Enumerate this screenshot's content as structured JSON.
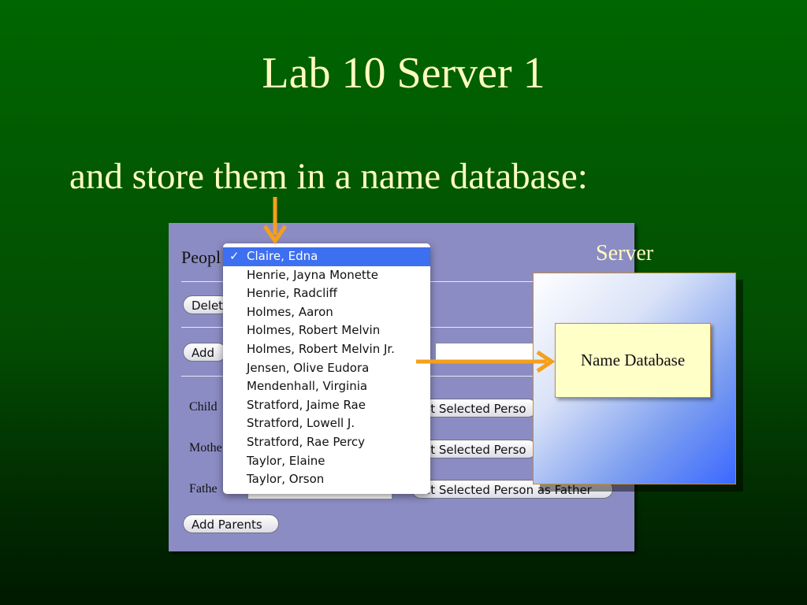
{
  "slide": {
    "title": "Lab 10 Server 1",
    "subtitle": "and store them in a name database:"
  },
  "app": {
    "people_label": "Peopl",
    "delete_button": "Delet",
    "add_button": "Add",
    "child_label": "Child",
    "mother_label": "Mothe",
    "father_label": "Fathe",
    "set_child_button": "et Selected Perso",
    "set_mother_button": "et Selected Perso",
    "set_father_button": "et Selected Person as Father",
    "add_parents_button": "Add Parents"
  },
  "dropdown": {
    "selected_index": 0,
    "checkmark": "✓",
    "items": [
      "Claire, Edna",
      "Henrie, Jayna Monette",
      "Henrie, Radcliff",
      "Holmes, Aaron",
      "Holmes, Robert Melvin",
      "Holmes, Robert Melvin Jr.",
      "Jensen, Olive Eudora",
      "Mendenhall, Virginia",
      "Stratford, Jaime Rae",
      "Stratford, Lowell J.",
      "Stratford, Rae Percy",
      "Taylor, Elaine",
      "Taylor, Orson"
    ]
  },
  "diagram": {
    "server_label": "Server",
    "name_database_label": "Name Database"
  },
  "colors": {
    "background_top": "#006600",
    "text_yellow": "#fffcc0",
    "arrow_orange": "#f5a01a",
    "panel_purple": "#8c8cc4",
    "selection_blue": "#3d6ff1"
  }
}
